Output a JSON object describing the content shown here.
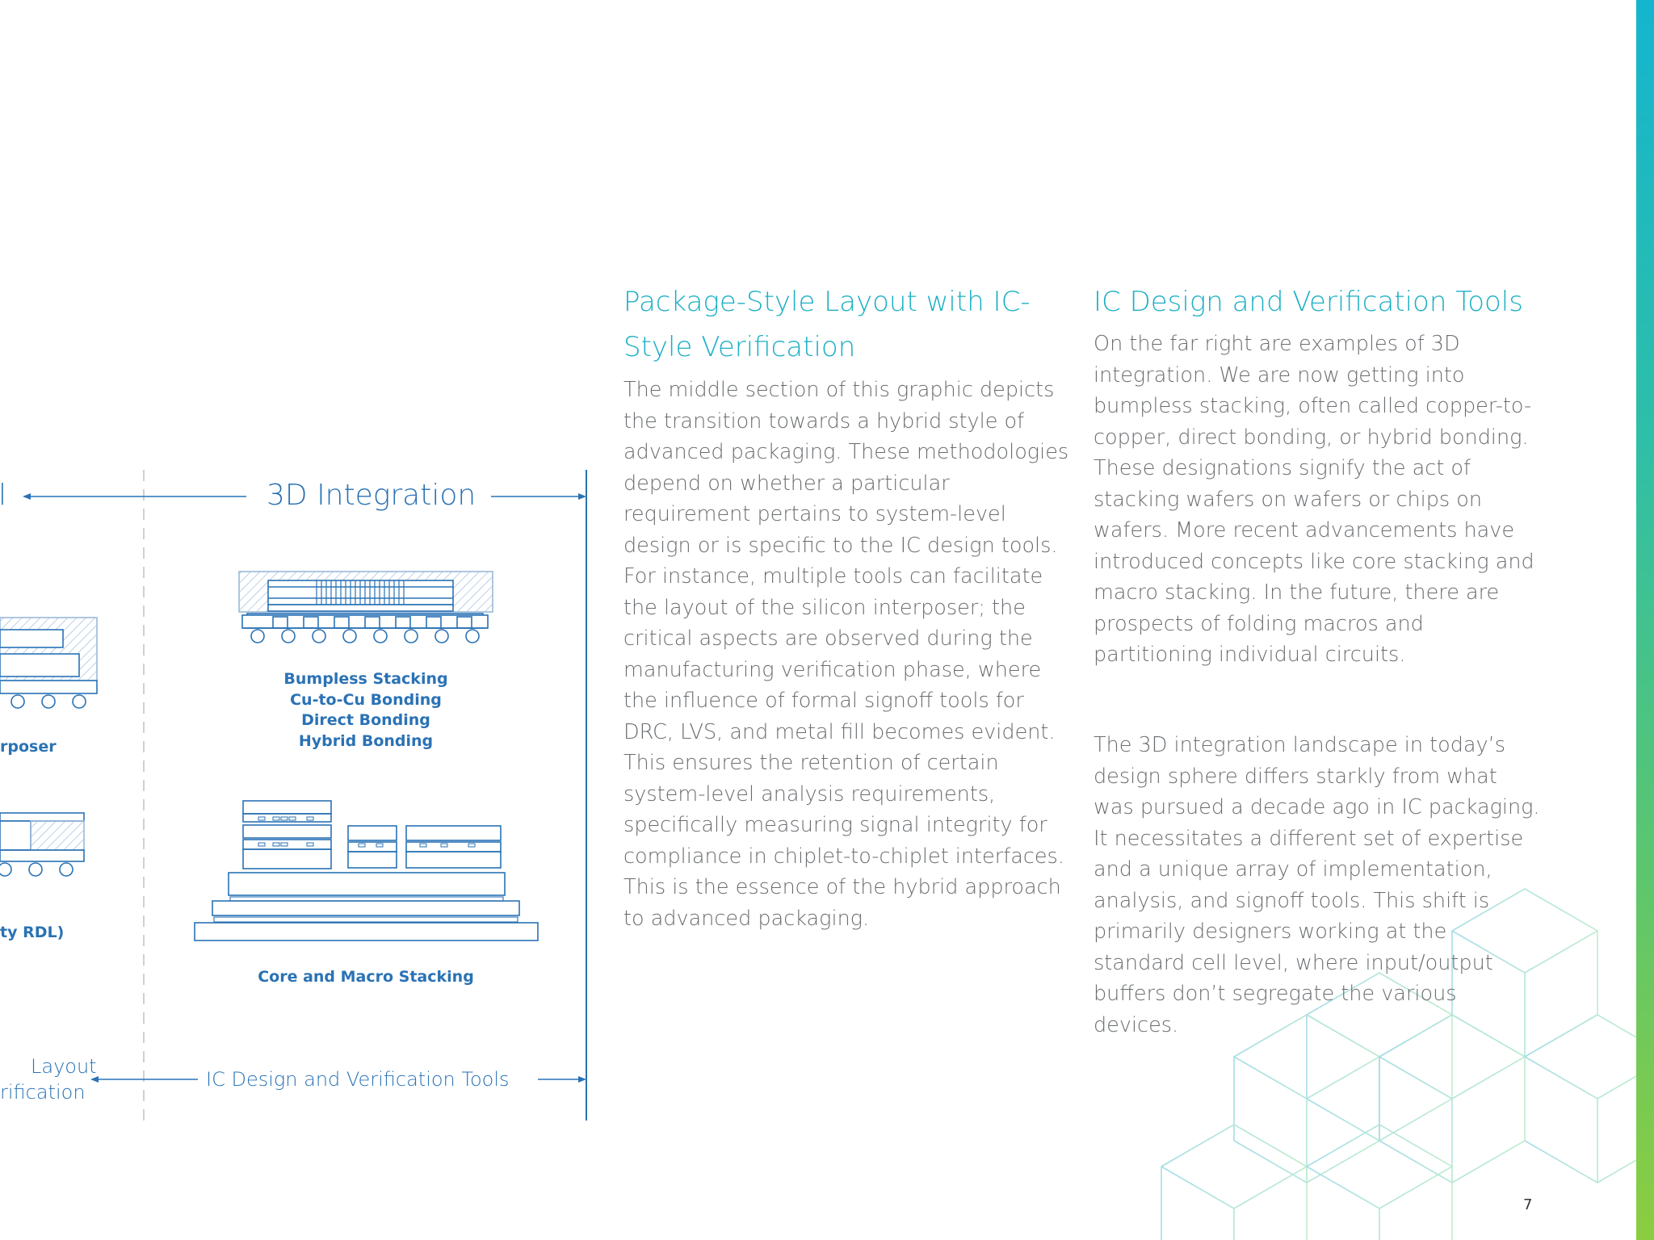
{
  "diagram": {
    "left_heading_fragment": "l",
    "three_d_title": "3D Integration",
    "bumpless_labels": [
      "Bumpless Stacking",
      "Cu-to-Cu Bonding",
      "Direct Bonding",
      "Hybrid Bonding"
    ],
    "interposer_fragment": "rposer",
    "rdl_fragment": "ty RDL)",
    "core_macro_label": "Core and Macro Stacking",
    "left_bottom_fragment_1": "Layout",
    "left_bottom_fragment_2": "rification",
    "bottom_tools_label": "IC Design and Verification Tools"
  },
  "column1": {
    "heading": "Package-Style Layout with IC-Style Verification",
    "body": "The middle section of this graphic depicts the transition towards a hybrid style of advanced packaging. These methodologies depend on whether a particular requirement pertains to system-level design or is specific to the IC design tools. For instance, multiple tools can facilitate the layout of the silicon interposer; the critical aspects are observed during the manufacturing verification phase, where the influence of formal signoff tools for DRC, LVS, and metal fill becomes evident. This ensures the retention of certain system-level analysis requirements, specifically measuring signal integrity for compliance in chiplet-to-chiplet interfaces. This is the essence of the hybrid approach to advanced packaging."
  },
  "column2": {
    "heading": "IC Design and Verification Tools",
    "body1": "On the far right are examples of 3D integration. We are now getting into bumpless stacking, often called copper-to-copper, direct bonding, or hybrid bonding. These designations signify the act of stacking wafers on wafers or chips on wafers. More recent advancements have introduced concepts like core stacking and macro stacking. In the future, there are prospects of folding macros and partitioning individual circuits.",
    "body2": "The 3D integration landscape in today’s design sphere differs starkly from what was pursued a decade ago in IC packaging. It necessitates a different set of expertise and a unique array of implementation, analysis, and signoff tools. This shift is primarily designers working at the standard cell level, where input/output buffers don’t segregate the various devices."
  },
  "page_number": "7",
  "colors": {
    "diagram_blue": "#2a72b5",
    "heading_teal": "#1cb0c4",
    "body_gray": "#6a6d70",
    "cube_line": "#b9e6ea"
  }
}
